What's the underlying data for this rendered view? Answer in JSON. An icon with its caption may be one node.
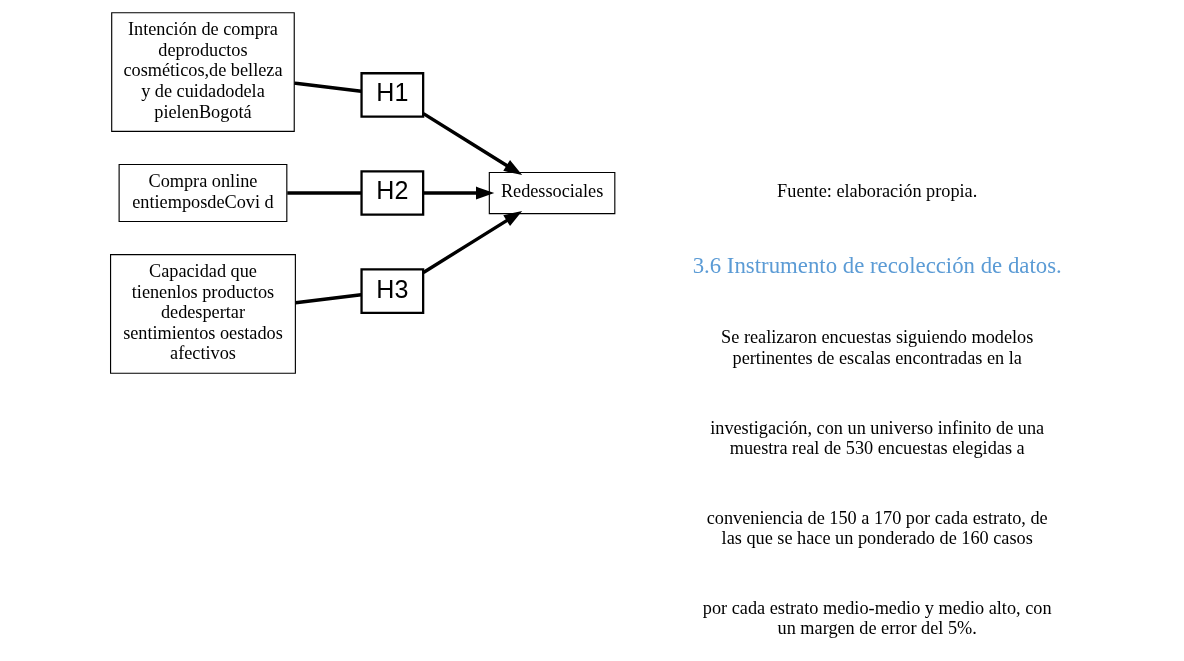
{
  "diagram": {
    "nodes": [
      {
        "text": [
          "Intención de compra deproductos cosméticos,de belleza y de cuidadodela pielenBogotá"
        ]
      },
      {
        "text": [
          "Compra online entiemposdeCovi d"
        ]
      },
      {
        "text": [
          "Capacidad que tienenlos productos dedespertar sentimientos oestados afectivos"
        ]
      },
      {
        "text": [
          "Redessociales"
        ]
      },
      {
        "text": [
          "H1"
        ]
      },
      {
        "text": [
          "H2"
        ]
      },
      {
        "text": [
          "H3"
        ]
      }
    ],
    "edges": [
      {
        "from": 0,
        "to": 4,
        "arrow": "none"
      },
      {
        "from": 4,
        "to": 3,
        "arrow": "to"
      },
      {
        "from": 1,
        "to": 5,
        "arrow": "none"
      },
      {
        "from": 5,
        "to": 3,
        "arrow": "to"
      },
      {
        "from": 2,
        "to": 6,
        "arrow": "none"
      },
      {
        "from": 6,
        "to": 3,
        "arrow": "to"
      }
    ],
    "labels": [
      "Fuente: elaboración propia.",
      "3.6 Instrumento de recolección de datos.",
      "Se realizaron encuestas siguiendo modelos pertinentes de escalas encontradas en la",
      "investigación, con un universo infinito de una muestra real de 530 encuestas elegidas a",
      "conveniencia de 150 a 170 por cada estrato, de las que se hace un ponderado de 160 casos",
      "por cada estrato medio-medio y medio alto, con un margen de error del 5%."
    ]
  }
}
